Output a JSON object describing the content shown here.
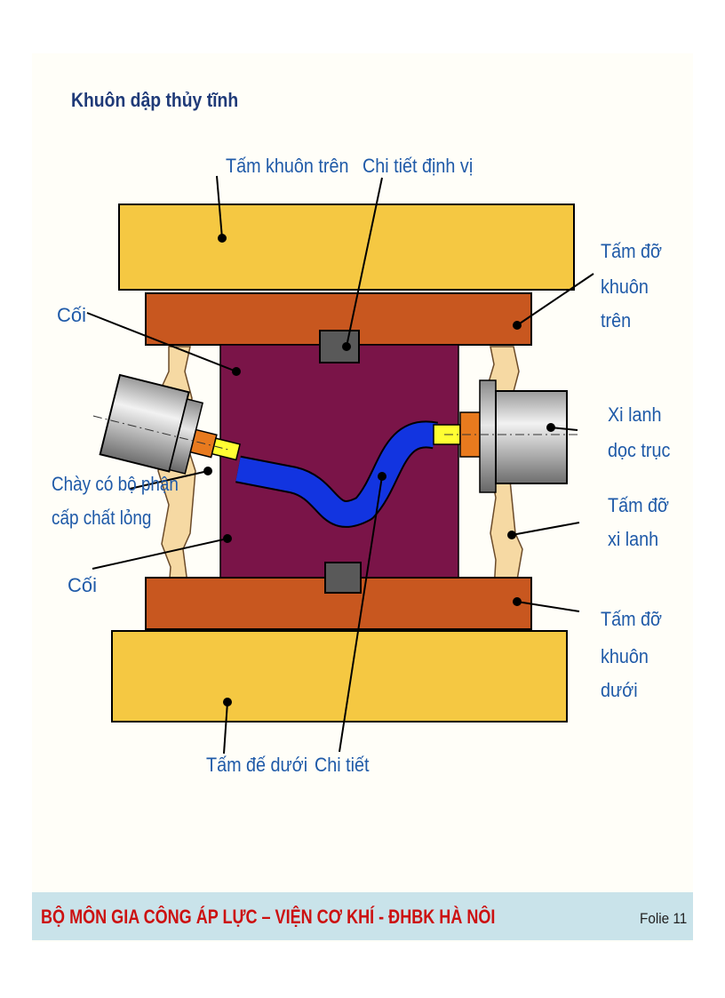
{
  "title": "Khuôn dập thủy tĩnh",
  "labels": {
    "tam_khuon_tren": "Tấm khuôn trên",
    "chi_tiet_dinh_vi": "Chi tiết định vị",
    "tam_do_khuon_tren": [
      "Tấm đỡ",
      "khuôn",
      "trên"
    ],
    "coi_top": "Cối",
    "xi_lanh_doc_truc": [
      "Xi lanh",
      "dọc trục"
    ],
    "chay": [
      "Chày có bộ phận",
      "cấp chất lỏng"
    ],
    "tam_do_xi_lanh": [
      "Tấm đỡ",
      "xi lanh"
    ],
    "coi_bottom": "Cối",
    "tam_do_khuon_duoi": [
      "Tấm đỡ",
      "khuôn",
      "dưới"
    ],
    "tam_de_duoi": "Tấm đế dưới",
    "chi_tiet": "Chi tiết"
  },
  "footer": {
    "text": "BỘ MÔN GIA CÔNG ÁP LỰC – VIỆN CƠ KHÍ - ĐHBK HÀ NÔI",
    "page": "Folie 11"
  },
  "colors": {
    "plate": "#f5c842",
    "support": "#c8571f",
    "die": "#7a1448",
    "tube": "#1234e0",
    "label": "#1f5aa8",
    "footer_text": "#cc1111"
  }
}
